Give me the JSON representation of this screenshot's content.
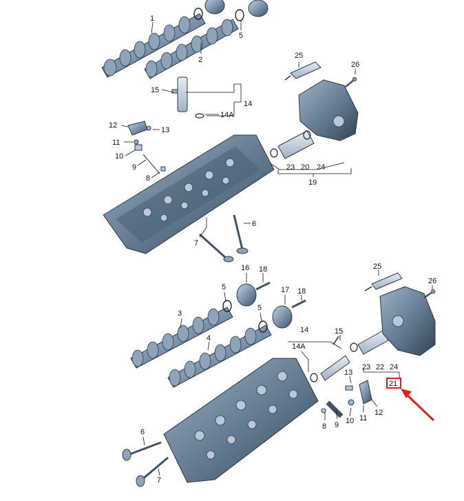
{
  "callouts": {
    "c1": "1",
    "c2": "2",
    "c3": "3",
    "c4": "4",
    "c5_top": "5",
    "c5_bottom": "5",
    "c6_top": "6",
    "c6_bottom": "6",
    "c7_top": "7",
    "c7_bottom": "7",
    "c8_top": "8",
    "c8_bottom": "8",
    "c9_top": "9",
    "c9_bottom": "9",
    "c10_top": "10",
    "c10_bottom": "10",
    "c11_top": "11",
    "c11_bottom": "11",
    "c12_top": "12",
    "c12_bottom": "12",
    "c13_top": "13",
    "c13_bottom": "13",
    "c14_top": "14",
    "c14_bottom": "14",
    "c14a_top": "14A",
    "c14a_bottom": "14A",
    "c15_top": "15",
    "c15_bottom": "15",
    "c16": "16",
    "c17": "17",
    "c18_a": "18",
    "c18_b": "18",
    "c19": "19",
    "c20": "20",
    "c21": "21",
    "c22": "22",
    "c23_top": "23",
    "c23_bottom": "23",
    "c24_top": "24",
    "c24_bottom": "24",
    "c25_top": "25",
    "c25_bottom": "25",
    "c26_top": "26",
    "c26_bottom": "26"
  },
  "colors": {
    "metal": "#7e95ad",
    "metal_dark": "#3f5266",
    "metal_light": "#b9c8d8",
    "highlight": "#e0201c"
  },
  "highlighted_callout": "21"
}
